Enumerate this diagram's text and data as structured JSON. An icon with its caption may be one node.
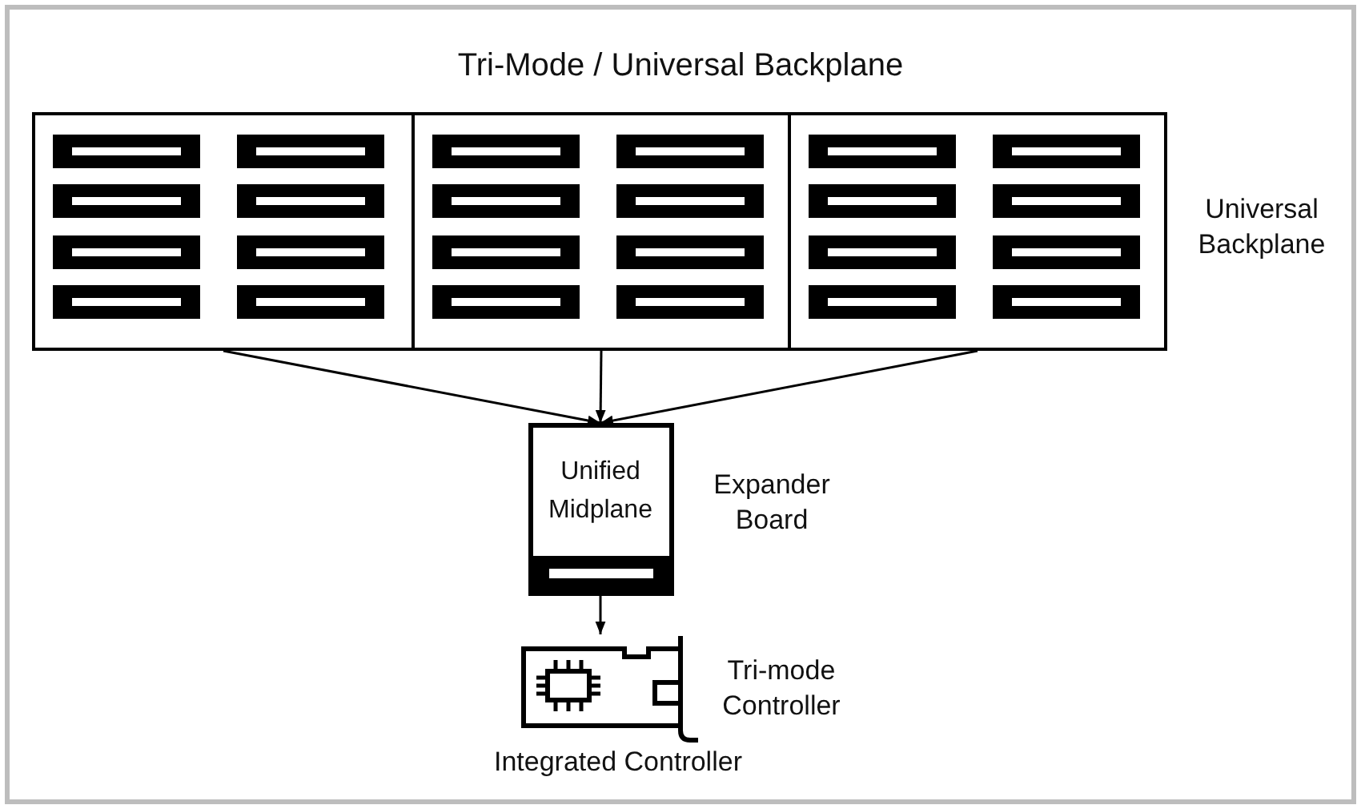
{
  "diagram": {
    "title": "Tri-Mode / Universal Backplane",
    "nodes": [
      {
        "text": [],
        "shape": "box"
      },
      {
        "text": [],
        "shape": "box"
      },
      {
        "text": [],
        "shape": "box",
        "beside": [
          "Universal Backplane"
        ]
      },
      {
        "text": [
          "Unified Midplane"
        ],
        "beside": [
          "Expander Board"
        ]
      },
      {
        "text": [],
        "shape": "picture",
        "beside": [
          "Tri-mode Controller",
          "Integrated Controller"
        ]
      }
    ],
    "edges": [
      {
        "from": 0,
        "to": 3,
        "arrow": "to"
      },
      {
        "from": 1,
        "to": 3,
        "arrow": "to"
      },
      {
        "from": 2,
        "to": 3,
        "arrow": "to"
      },
      {
        "from": 3,
        "to": 4,
        "arrow": "to"
      }
    ]
  }
}
